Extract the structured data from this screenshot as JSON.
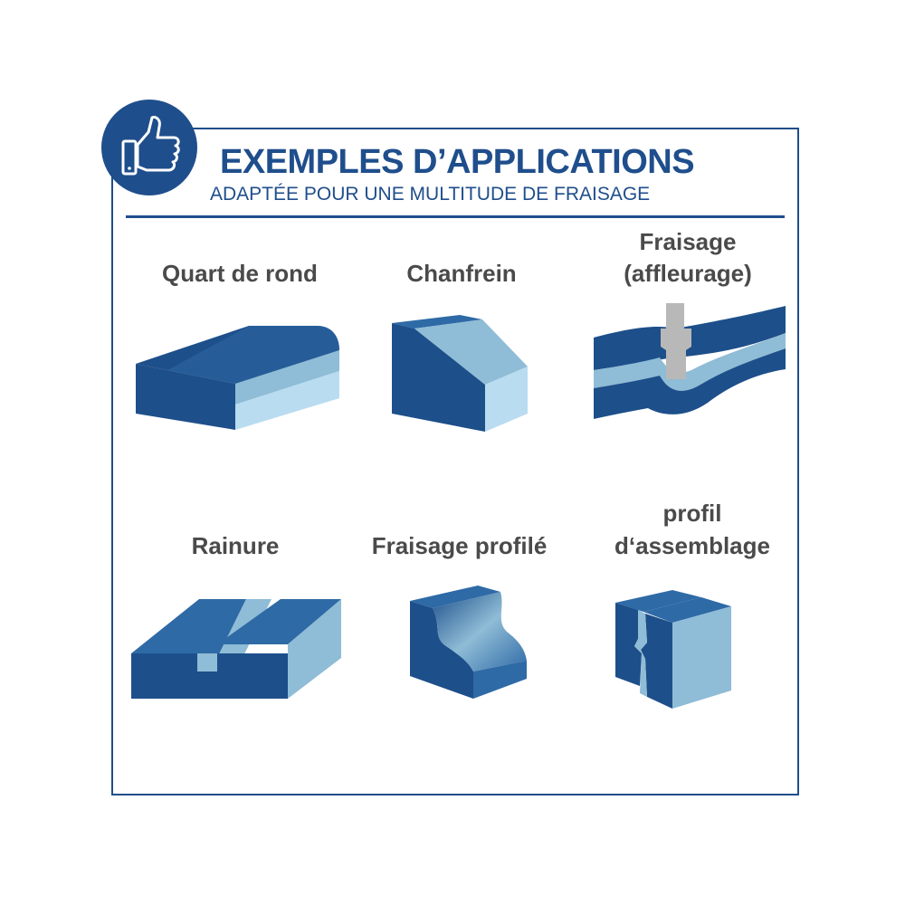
{
  "header": {
    "title": "EXEMPLES D’APPLICATIONS",
    "subtitle": "ADAPTÉE POUR UNE MULTITUDE DE FRAISAGE"
  },
  "colors": {
    "brand": "#1f4e8c",
    "dark_blue": "#1d4f8a",
    "mid_blue": "#2e6aa6",
    "light_blue": "#8fbcd6",
    "pale_blue": "#b9dcf0",
    "label_gray": "#4a4a4a",
    "tool_gray": "#b8b8b8"
  },
  "badge": {
    "icon": "thumbs-up-icon"
  },
  "applications": [
    {
      "label": "Quart de rond"
    },
    {
      "label": "Chanfrein"
    },
    {
      "label_line1": "Fraisage",
      "label_line2": "(affleurage)"
    },
    {
      "label": "Rainure"
    },
    {
      "label": "Fraisage profilé"
    },
    {
      "label_line1": "profil",
      "label_line2": "d‘assemblage"
    }
  ]
}
